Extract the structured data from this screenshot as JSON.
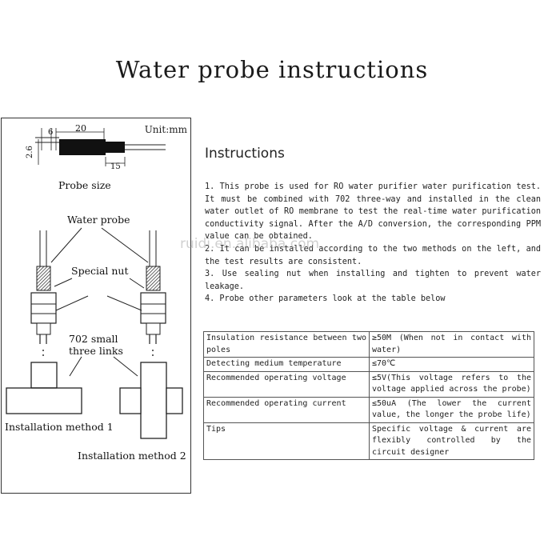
{
  "title": "Water probe instructions",
  "diagram": {
    "unit": "Unit:mm",
    "dims": {
      "d6": "6",
      "d20": "20",
      "d15": "15",
      "d26": "2.6"
    },
    "probe_size_label": "Probe size",
    "water_probe_label": "Water probe",
    "special_nut_label": "Special nut",
    "links_label_1": "702 small",
    "links_label_2": "three links",
    "method1_label": "Installation method 1",
    "method2_label": "Installation method 2"
  },
  "instructions": {
    "heading": "Instructions",
    "items": [
      "1. This probe is used for RO water purifier water purification test. It must be combined with 702 three-way and installed in the clean water outlet of RO membrane to test the real-time water purification conductivity signal. After the A/D conversion, the corresponding PPM value can be obtained.",
      "2. It can be installed according to the two methods on the left, and the test results are consistent.",
      "3. Use sealing nut when installing and tighten to prevent water leakage.",
      "4. Probe other parameters look at the table below"
    ]
  },
  "watermark": "ruidi.en.alibaba.com",
  "table": {
    "rows": [
      {
        "key": "Insulation resistance between two poles",
        "value": "≥50M (When not in contact with water)"
      },
      {
        "key": "Detecting medium temperature",
        "value": "≤70℃"
      },
      {
        "key": "Recommended operating voltage",
        "value": "≤5V(This voltage refers to the voltage applied across the probe)"
      },
      {
        "key": "Recommended operating current",
        "value": "≤50uA (The lower the current value, the longer the probe life)"
      },
      {
        "key": "Tips",
        "value": "Specific voltage & current are flexibly controlled by the circuit designer"
      }
    ]
  }
}
